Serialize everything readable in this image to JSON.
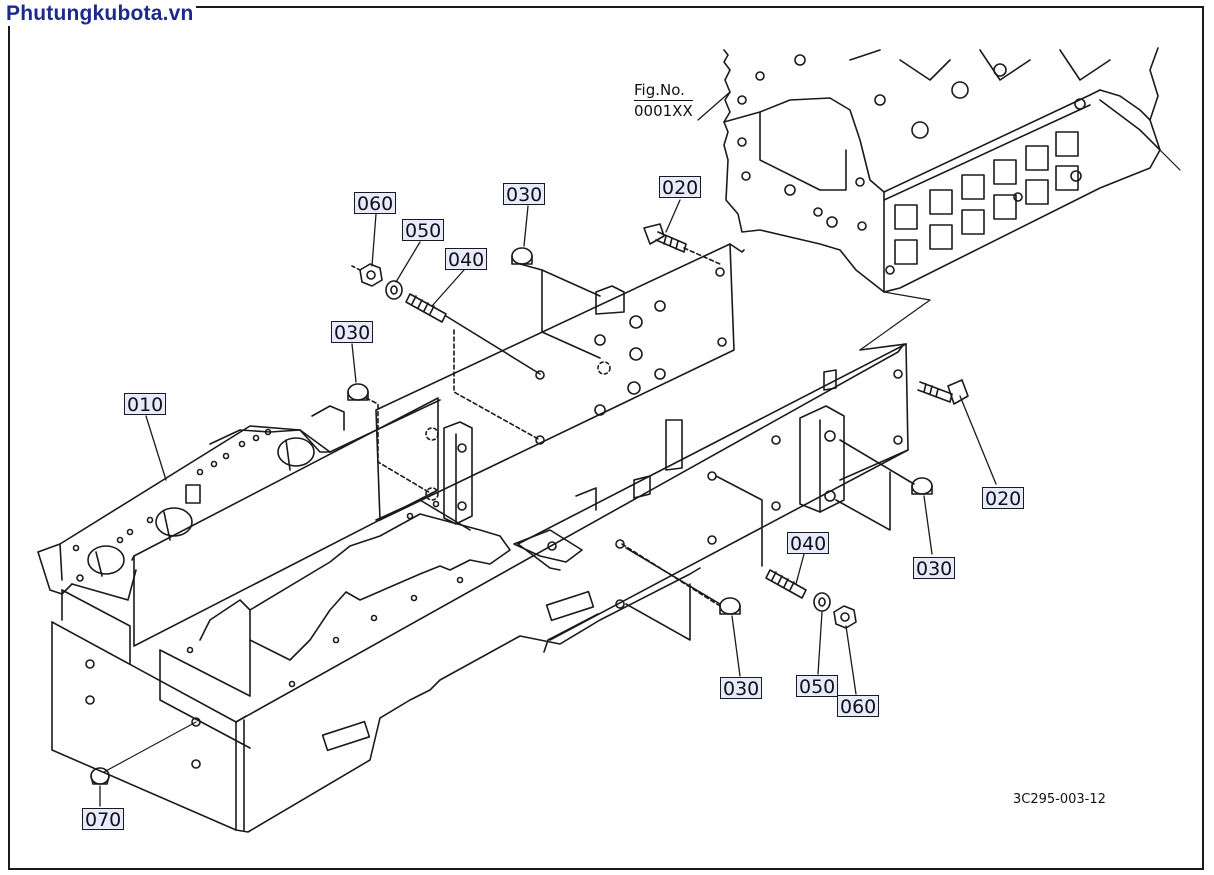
{
  "watermark": "Phutungkubota.vn",
  "figure_reference": {
    "line1": "Fig.No.",
    "line2": "0001XX"
  },
  "drawing_number": "3C295-003-12",
  "callouts": {
    "c010": "010",
    "c020_top": "020",
    "c020_right": "020",
    "c030_top": "030",
    "c030_left": "030",
    "c030_right": "030",
    "c030_bottom": "030",
    "c040_top": "040",
    "c040_bottom": "040",
    "c050_top": "050",
    "c050_bottom": "050",
    "c060_top": "060",
    "c060_bottom": "060",
    "c070": "070"
  },
  "colors": {
    "callout_fill": "#e8ebff",
    "brand": "#1c2a8c",
    "line": "#1a1a1a"
  }
}
